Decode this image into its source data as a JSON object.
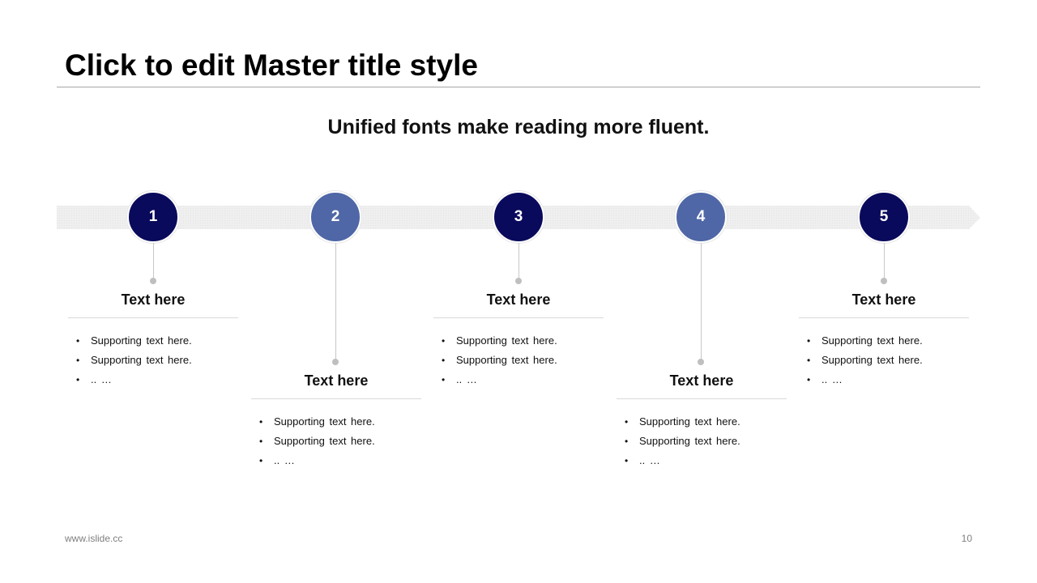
{
  "slide": {
    "title": "Click to edit Master title style",
    "subtitle": "Unified fonts make reading more fluent."
  },
  "colors": {
    "dark_navy": "#0a0a5c",
    "slate_blue": "#4f67a6",
    "arrow_fill": "#efefef",
    "rule": "#a6a6a6"
  },
  "steps": [
    {
      "number": "1",
      "color": "#0a0a5c",
      "title": "Text here",
      "bullets": [
        "Supporting text here.",
        "Supporting text here.",
        ".. …"
      ]
    },
    {
      "number": "2",
      "color": "#4f67a6",
      "title": "Text here",
      "bullets": [
        "Supporting text here.",
        "Supporting text here.",
        ".. …"
      ]
    },
    {
      "number": "3",
      "color": "#0a0a5c",
      "title": "Text here",
      "bullets": [
        "Supporting text here.",
        "Supporting text here.",
        ".. …"
      ]
    },
    {
      "number": "4",
      "color": "#4f67a6",
      "title": "Text here",
      "bullets": [
        "Supporting text here.",
        "Supporting text here.",
        ".. …"
      ]
    },
    {
      "number": "5",
      "color": "#0a0a5c",
      "title": "Text here",
      "bullets": [
        "Supporting text here.",
        "Supporting text here.",
        ".. …"
      ]
    }
  ],
  "footer": {
    "website": "www.islide.cc",
    "page_number": "10"
  }
}
